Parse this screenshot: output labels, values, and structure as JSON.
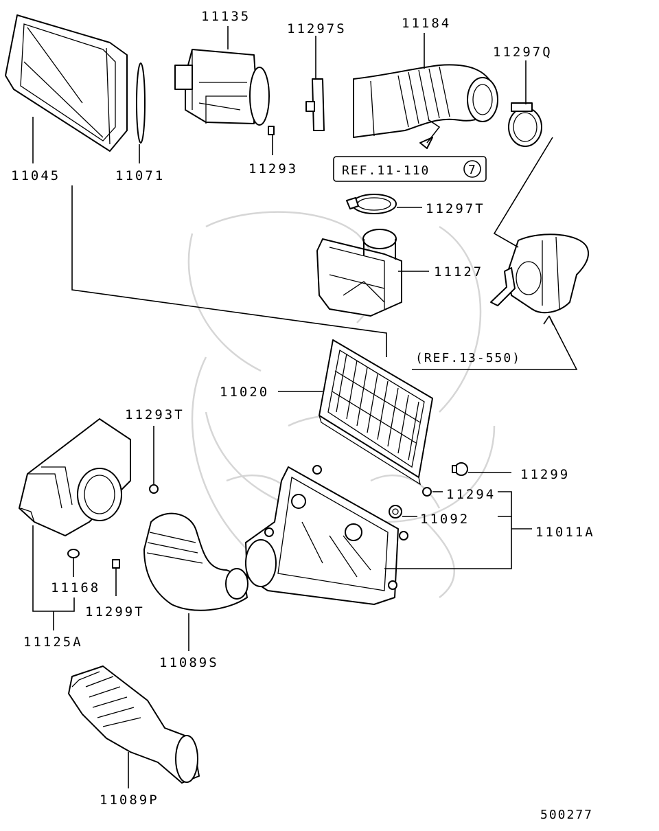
{
  "diagram_id": "500277",
  "parts": {
    "p11135": "11135",
    "p11297S": "11297S",
    "p11184": "11184",
    "p11297Q": "11297Q",
    "p11045": "11045",
    "p11071": "11071",
    "p11293": "11293",
    "p11297T": "11297T",
    "p11127": "11127",
    "p11020": "11020",
    "p11293T": "11293T",
    "p11299": "11299",
    "p11294": "11294",
    "p11092": "11092",
    "p11011A": "11011A",
    "p11168": "11168",
    "p11299T": "11299T",
    "p11125A": "11125A",
    "p11089S": "11089S",
    "p11089P": "11089P"
  },
  "references": {
    "ref_intake": "REF.11-110",
    "ref_intake_circle": "7",
    "ref_throttle": "(REF.13-550)"
  }
}
